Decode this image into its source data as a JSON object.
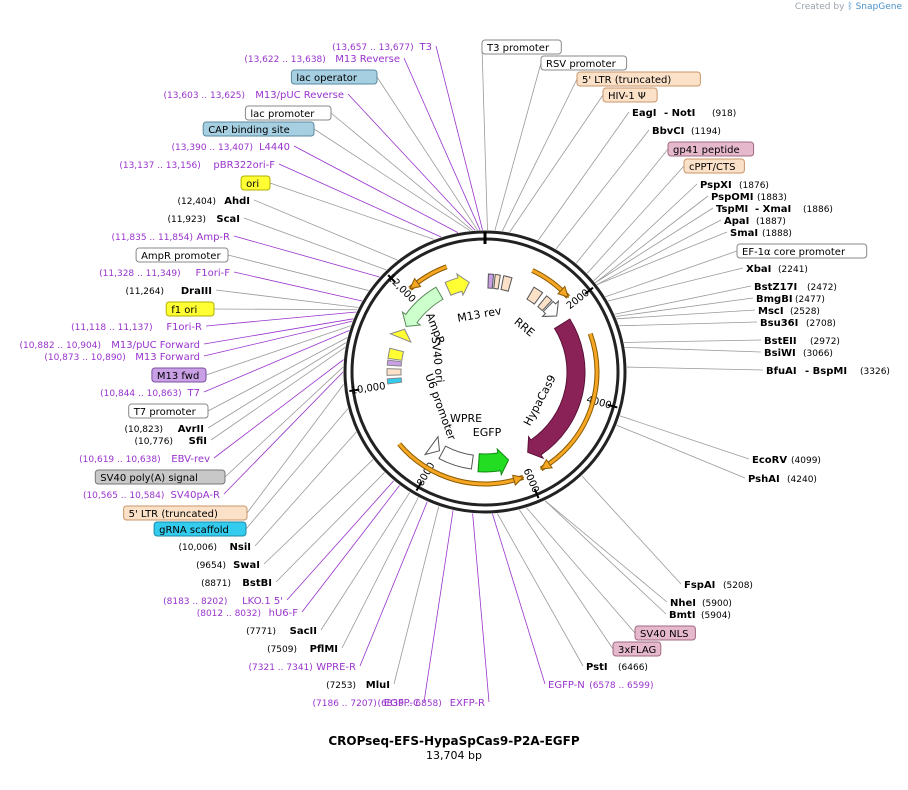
{
  "header": {
    "credit_prefix": "Created by",
    "credit_brand": "SnapGene"
  },
  "plasmid": {
    "name": "CROPseq-EFS-HypaSpCas9-P2A-EGFP",
    "length_label": "13,704 bp"
  },
  "ring_ticks": [
    "2000",
    "4000",
    "6000",
    "8000",
    "10,000",
    "12,000"
  ],
  "features_on_map": [
    "M13 rev",
    "RRE",
    "HypaCas9",
    "EGFP",
    "WPRE",
    "U6 promoter",
    "SV40 ori",
    "AmpR"
  ],
  "colors": {
    "primer": "#9933cc",
    "enzyme": "#000000",
    "cas9": "#8b2257",
    "egfp": "#22dd22",
    "arrow": "#f5a623"
  },
  "right_labels": [
    {
      "text": "T3 promoter",
      "style": "box-white"
    },
    {
      "text": "RSV promoter",
      "style": "box-white"
    },
    {
      "text": "5' LTR (truncated)",
      "style": "box-peach"
    },
    {
      "text": "HIV-1 Ψ",
      "style": "box-peach"
    },
    {
      "text": "EagI",
      "text2": "- NotI",
      "pos": "(918)",
      "style": "enzyme"
    },
    {
      "text": "BbvCI",
      "pos": "(1194)",
      "style": "enzyme"
    },
    {
      "text": "gp41 peptide",
      "style": "box-pink"
    },
    {
      "text": "cPPT/CTS",
      "style": "box-peach"
    },
    {
      "text": "PspXI",
      "pos": "(1876)",
      "style": "enzyme"
    },
    {
      "text": "PspOMI",
      "pos": "(1883)",
      "style": "enzyme"
    },
    {
      "text": "TspMI",
      "text2": "- XmaI",
      "pos": "(1886)",
      "style": "enzyme"
    },
    {
      "text": "ApaI",
      "pos": "(1887)",
      "style": "enzyme"
    },
    {
      "text": "SmaI",
      "pos": "(1888)",
      "style": "enzyme"
    },
    {
      "text": "EF-1α core promoter",
      "style": "box-white"
    },
    {
      "text": "XbaI",
      "pos": "(2241)",
      "style": "enzyme"
    },
    {
      "text": "BstZ17I",
      "pos": "(2472)",
      "style": "enzyme"
    },
    {
      "text": "BmgBI",
      "pos": "(2477)",
      "style": "enzyme"
    },
    {
      "text": "MscI",
      "pos": "(2528)",
      "style": "enzyme"
    },
    {
      "text": "Bsu36I",
      "pos": "(2708)",
      "style": "enzyme"
    },
    {
      "text": "BstEII",
      "pos": "(2972)",
      "style": "enzyme"
    },
    {
      "text": "BsiWI",
      "pos": "(3066)",
      "style": "enzyme"
    },
    {
      "text": "BfuAI",
      "text2": "- BspMI",
      "pos": "(3326)",
      "style": "enzyme"
    },
    {
      "text": "EcoRV",
      "pos": "(4099)",
      "style": "enzyme"
    },
    {
      "text": "PshAI",
      "pos": "(4240)",
      "style": "enzyme"
    },
    {
      "text": "FspAI",
      "pos": "(5208)",
      "style": "enzyme"
    },
    {
      "text": "NheI",
      "pos": "(5900)",
      "style": "enzyme"
    },
    {
      "text": "BmtI",
      "pos": "(5904)",
      "style": "enzyme"
    },
    {
      "text": "SV40 NLS",
      "style": "box-pink"
    },
    {
      "text": "3xFLAG",
      "style": "box-pink"
    },
    {
      "text": "PstI",
      "pos": "(6466)",
      "style": "enzyme"
    },
    {
      "text": "EGFP-N",
      "pos": "(6578 .. 6599)",
      "style": "primer"
    }
  ],
  "left_labels": [
    {
      "text": "T3",
      "pos": "(13,657 .. 13,677)",
      "style": "primer"
    },
    {
      "text": "M13 Reverse",
      "pos": "(13,622 .. 13,638)",
      "style": "primer"
    },
    {
      "text": "lac operator",
      "style": "box-blue"
    },
    {
      "text": "M13/pUC Reverse",
      "pos": "(13,603 .. 13,625)",
      "style": "primer"
    },
    {
      "text": "lac promoter",
      "style": "box-white"
    },
    {
      "text": "CAP binding site",
      "style": "box-blue"
    },
    {
      "text": "L4440",
      "pos": "(13,390 .. 13,407)",
      "style": "primer"
    },
    {
      "text": "pBR322ori-F",
      "pos": "(13,137 .. 13,156)",
      "style": "primer"
    },
    {
      "text": "ori",
      "style": "box-yellow"
    },
    {
      "text": "AhdI",
      "pos": "(12,404)",
      "style": "enzyme"
    },
    {
      "text": "ScaI",
      "pos": "(11,923)",
      "style": "enzyme"
    },
    {
      "text": "Amp-R",
      "pos": "(11,835 .. 11,854)",
      "style": "primer"
    },
    {
      "text": "AmpR promoter",
      "style": "box-white"
    },
    {
      "text": "F1ori-F",
      "pos": "(11,328 .. 11,349)",
      "style": "primer"
    },
    {
      "text": "DraIII",
      "pos": "(11,264)",
      "style": "enzyme"
    },
    {
      "text": "f1 ori",
      "style": "box-yellow"
    },
    {
      "text": "F1ori-R",
      "pos": "(11,118 .. 11,137)",
      "style": "primer"
    },
    {
      "text": "M13/pUC Forward",
      "pos": "(10,882 .. 10,904)",
      "style": "primer"
    },
    {
      "text": "M13 Forward",
      "pos": "(10,873 .. 10,890)",
      "style": "primer"
    },
    {
      "text": "M13 fwd",
      "style": "box-purple"
    },
    {
      "text": "T7",
      "pos": "(10,844 .. 10,863)",
      "style": "primer"
    },
    {
      "text": "T7 promoter",
      "style": "box-white"
    },
    {
      "text": "AvrII",
      "pos": "(10,823)",
      "style": "enzyme"
    },
    {
      "text": "SfiI",
      "pos": "(10,776)",
      "style": "enzyme"
    },
    {
      "text": "EBV-rev",
      "pos": "(10,619 .. 10,638)",
      "style": "primer"
    },
    {
      "text": "SV40 poly(A) signal",
      "style": "box-grey"
    },
    {
      "text": "SV40pA-R",
      "pos": "(10,565 .. 10,584)",
      "style": "primer"
    },
    {
      "text": "5' LTR (truncated)",
      "style": "box-peach"
    },
    {
      "text": "gRNA scaffold",
      "style": "box-cyan"
    },
    {
      "text": "NsiI",
      "pos": "(10,006)",
      "style": "enzyme"
    },
    {
      "text": "SwaI",
      "pos": "(9654)",
      "style": "enzyme"
    },
    {
      "text": "BstBI",
      "pos": "(8871)",
      "style": "enzyme"
    },
    {
      "text": "LKO.1 5'",
      "pos": "(8183 .. 8202)",
      "style": "primer"
    },
    {
      "text": "hU6-F",
      "pos": "(8012 .. 8032)",
      "style": "primer"
    },
    {
      "text": "SacII",
      "pos": "(7771)",
      "style": "enzyme"
    },
    {
      "text": "PflMI",
      "pos": "(7509)",
      "style": "enzyme"
    },
    {
      "text": "WPRE-R",
      "pos": "(7321 .. 7341)",
      "style": "primer"
    },
    {
      "text": "MluI",
      "pos": "(7253)",
      "style": "enzyme"
    },
    {
      "text": "EGFP-C",
      "pos": "(7186 .. 7207)",
      "style": "primer"
    },
    {
      "text": "EXFP-R",
      "pos": "(6839 .. 6858)",
      "style": "primer"
    }
  ]
}
